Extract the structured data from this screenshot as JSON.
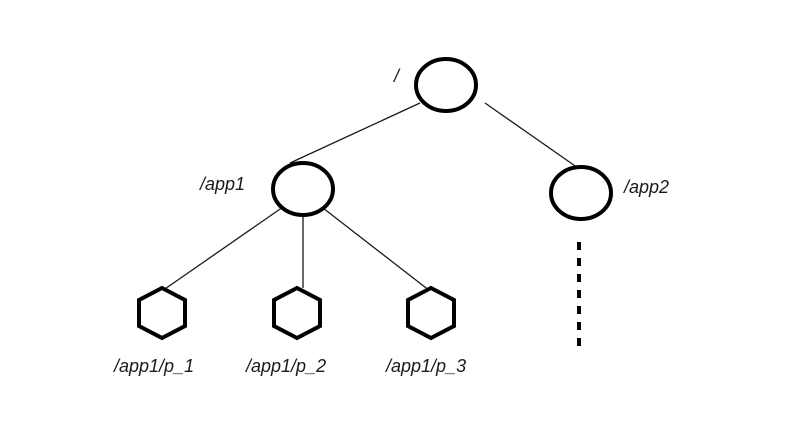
{
  "diagram": {
    "root": {
      "label": "/"
    },
    "app1": {
      "label": "/app1"
    },
    "app2": {
      "label": "/app2"
    },
    "children": [
      {
        "label": "/app1/p_1"
      },
      {
        "label": "/app1/p_2"
      },
      {
        "label": "/app1/p_3"
      }
    ]
  }
}
